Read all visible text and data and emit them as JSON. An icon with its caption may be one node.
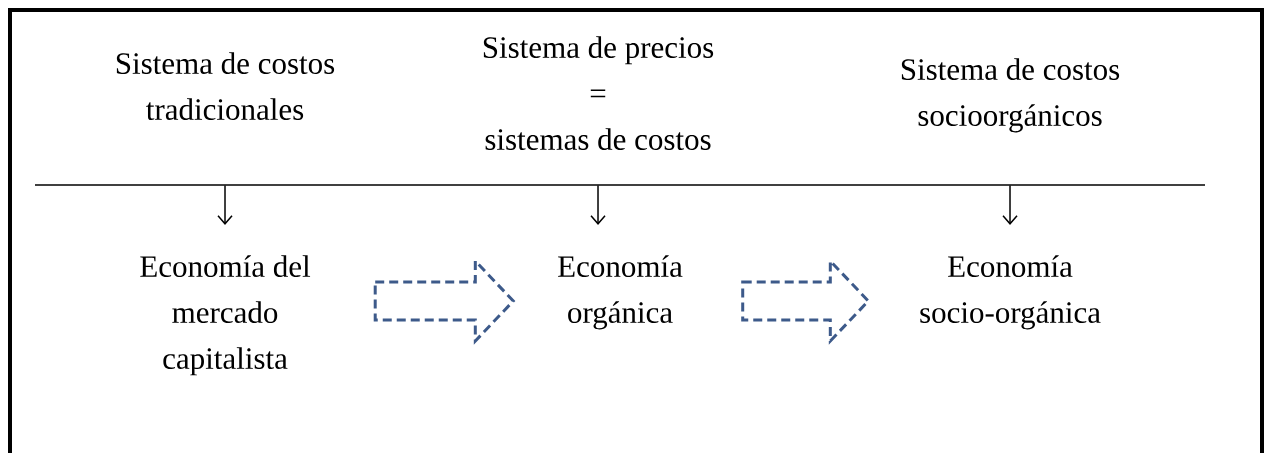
{
  "diagram": {
    "nodes": [
      {
        "text": [
          "Sistema de costos tradicionales"
        ]
      },
      {
        "text": [
          "Sistema de precios",
          "=",
          "sistemas de costos"
        ]
      },
      {
        "text": [
          "Sistema de costos socioorgánicos"
        ]
      },
      {
        "text": [
          "Economía del mercado capitalista"
        ]
      },
      {
        "text": [
          "Economía orgánica"
        ]
      },
      {
        "text": [
          "Economía socio-orgánica"
        ]
      }
    ],
    "edges": [
      {
        "from": 0,
        "to": 3,
        "arrow": "to"
      },
      {
        "from": 1,
        "to": 4,
        "arrow": "to"
      },
      {
        "from": 2,
        "to": 5,
        "arrow": "to"
      },
      {
        "from": 3,
        "to": 4,
        "arrow": "to",
        "style": "dashed",
        "color": "#3d5a8a"
      },
      {
        "from": 4,
        "to": 5,
        "arrow": "to",
        "style": "dashed",
        "color": "#3d5a8a"
      }
    ]
  }
}
